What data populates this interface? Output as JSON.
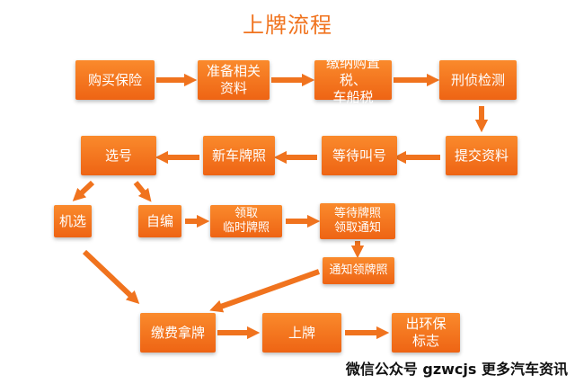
{
  "title": "上牌流程",
  "colors": {
    "accent": "#f0731e",
    "box": "#f27320"
  },
  "steps": {
    "buy_insurance": "购买保险",
    "prepare_docs": "准备相关\n资料",
    "pay_tax": "缴纳购置税、\n车船税",
    "inspection": "刑侦检测",
    "submit_docs": "提交资料",
    "wait_call": "等待叫号",
    "new_plate": "新车牌照",
    "select_number": "选号",
    "machine_select": "机选",
    "self_select": "自编",
    "temp_plate": "领取\n临时牌照",
    "wait_plate": "等待牌照\n领取通知",
    "notice_plate": "通知领牌照",
    "pay_get_plate": "缴费拿牌",
    "register": "上牌",
    "env_label": "出环保\n标志"
  },
  "footer": "微信公众号 gzwcjs 更多汽车资讯"
}
